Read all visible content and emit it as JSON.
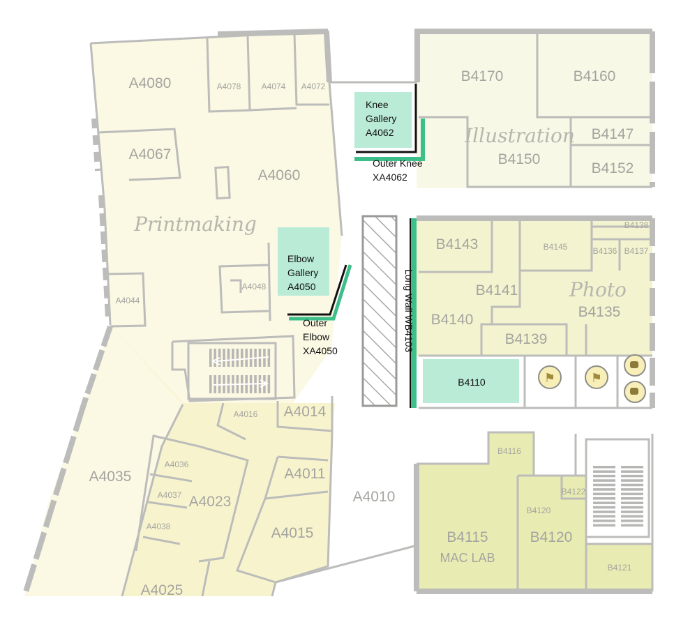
{
  "colors": {
    "printmaking_fill": "#fbf8e3",
    "lower_fill": "#f7f4cd",
    "illustration_fill": "#f8f8e6",
    "photo_fill": "#f3f3cf",
    "maclab_fill": "#e9ecb2",
    "gallery_fill": "#b9ebd6",
    "gallery_line": "#3dbf8a",
    "wall": "#bcbcba",
    "text": "#a4a4a0"
  },
  "rooms": {
    "A4080": "A4080",
    "A4078": "A4078",
    "A4074": "A4074",
    "A4072": "A4072",
    "A4067": "A4067",
    "A4060": "A4060",
    "A4048": "A4048",
    "A4044": "A4044",
    "A4035": "A4035",
    "A4016": "A4016",
    "A4014": "A4014",
    "A4036": "A4036",
    "A4037": "A4037",
    "A4038": "A4038",
    "A4023": "A4023",
    "A4011": "A4011",
    "A4015": "A4015",
    "A4025": "A4025",
    "A4010": "A4010",
    "B4170": "B4170",
    "B4160": "B4160",
    "B4147": "B4147",
    "B4150": "B4150",
    "B4152": "B4152",
    "B4143": "B4143",
    "B4145": "B4145",
    "B4138": "B4138",
    "B4136": "B4136",
    "B4137": "B4137",
    "B4141": "B4141",
    "B4135": "B4135",
    "B4140": "B4140",
    "B4139": "B4139",
    "B4110": "B4110",
    "B4116": "B4116",
    "B4122": "B4122",
    "B4120_small": "B4120",
    "B4120": "B4120",
    "B4115": "B4115",
    "B4115_sub": "MAC LAB",
    "B4121": "B4121"
  },
  "departments": {
    "printmaking": "Printmaking",
    "illustration": "Illustration",
    "photo": "Photo"
  },
  "galleries": {
    "knee": [
      "Knee",
      "Gallery",
      "A4062"
    ],
    "outer_knee": [
      "Outer Knee",
      "XA4062"
    ],
    "elbow": [
      "Elbow",
      "Gallery",
      "A4050"
    ],
    "outer_elbow": [
      "Outer",
      "Elbow",
      "XA4050"
    ],
    "long_wall": "Long Wall WB4103"
  },
  "icons": {
    "restroom_person": "person-icon",
    "toilet": "toilet-icon",
    "stairs": "stairs-icon",
    "arrow": "arrow-icon"
  }
}
